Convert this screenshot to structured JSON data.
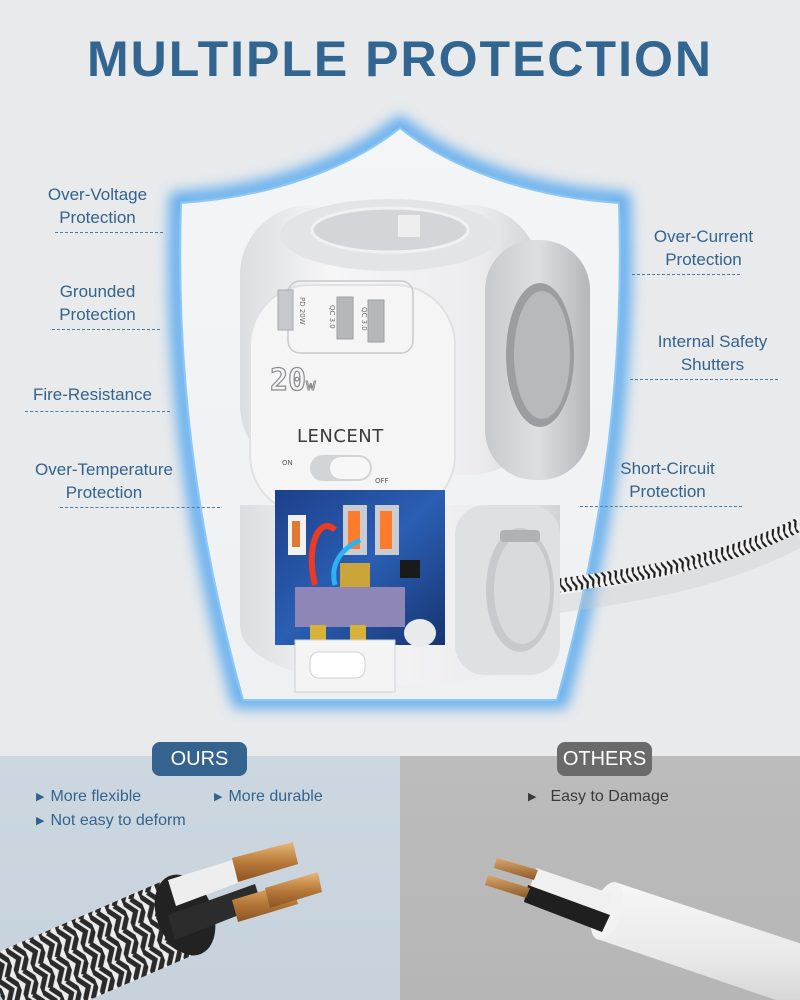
{
  "header": {
    "title": "MULTIPLE PROTECTION"
  },
  "colors": {
    "title": "#326590",
    "callout_text": "#33638d",
    "shield_glow": "#5aaaf0",
    "ours_badge": "#34638f",
    "others_badge": "#6a6a6a",
    "ours_panel": "#ccd7e0",
    "others_panel": "#bbbbbb",
    "background": "#e9eaec"
  },
  "callouts": {
    "left": [
      {
        "line1": "Over-Voltage",
        "line2": "Protection"
      },
      {
        "line1": "Grounded",
        "line2": "Protection"
      },
      {
        "line1": "Fire-Resistance",
        "line2": ""
      },
      {
        "line1": "Over-Temperature",
        "line2": "Protection"
      }
    ],
    "right": [
      {
        "line1": "Over-Current",
        "line2": "Protection"
      },
      {
        "line1": "Internal Safety",
        "line2": "Shutters"
      },
      {
        "line1": "Short-Circuit",
        "line2": "Protection"
      }
    ]
  },
  "product": {
    "brand": "LENCENT",
    "power_rating": "20w",
    "ports": [
      "PD 20W",
      "QC 3.0",
      "QC 3.0"
    ],
    "switch_on": "ON",
    "switch_off": "OFF"
  },
  "comparison": {
    "ours": {
      "label": "OURS",
      "features": [
        "More flexible",
        "More durable",
        "Not easy to deform"
      ]
    },
    "others": {
      "label": "OTHERS",
      "features": [
        "Easy to Damage"
      ]
    },
    "bullet_icon": "▶"
  }
}
